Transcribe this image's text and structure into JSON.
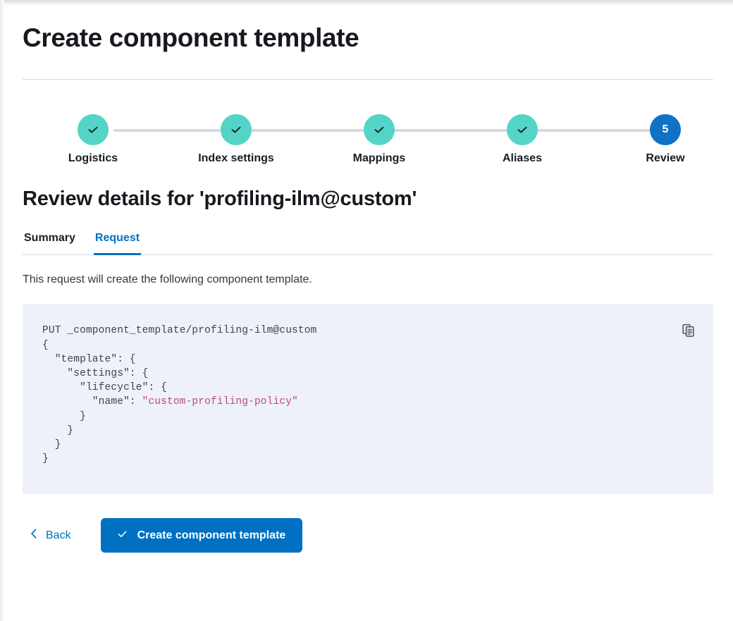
{
  "page": {
    "title": "Create component template"
  },
  "stepper": {
    "steps": [
      {
        "label": "Logistics",
        "state": "complete",
        "icon": "check-icon",
        "number": "1"
      },
      {
        "label": "Index settings",
        "state": "complete",
        "icon": "check-icon",
        "number": "2"
      },
      {
        "label": "Mappings",
        "state": "complete",
        "icon": "check-icon",
        "number": "3"
      },
      {
        "label": "Aliases",
        "state": "complete",
        "icon": "check-icon",
        "number": "4"
      },
      {
        "label": "Review",
        "state": "current",
        "icon": "",
        "number": "5"
      }
    ],
    "complete_color": "#54d4c6",
    "current_color": "#0f72c5",
    "line_color": "#d3dae6"
  },
  "review": {
    "heading": "Review details for 'profiling-ilm@custom'",
    "tabs": [
      {
        "label": "Summary",
        "active": false
      },
      {
        "label": "Request",
        "active": true
      }
    ],
    "description": "This request will create the following component template.",
    "code": {
      "request_line": "PUT _component_template/profiling-ilm@custom",
      "body_before_value": "{\n  \"template\": {\n    \"settings\": {\n      \"lifecycle\": {\n        \"name\": ",
      "string_value": "\"custom-profiling-policy\"",
      "body_after_value": "\n      }\n    }\n  }\n}",
      "copy_icon": "copy-clipboard-icon",
      "background": "#eef1f8",
      "value_color": "#bd4a6f"
    }
  },
  "footer": {
    "back_label": "Back",
    "back_icon": "chevron-left-icon",
    "create_label": "Create component template",
    "create_icon": "check-icon",
    "primary_color": "#0071c2"
  }
}
